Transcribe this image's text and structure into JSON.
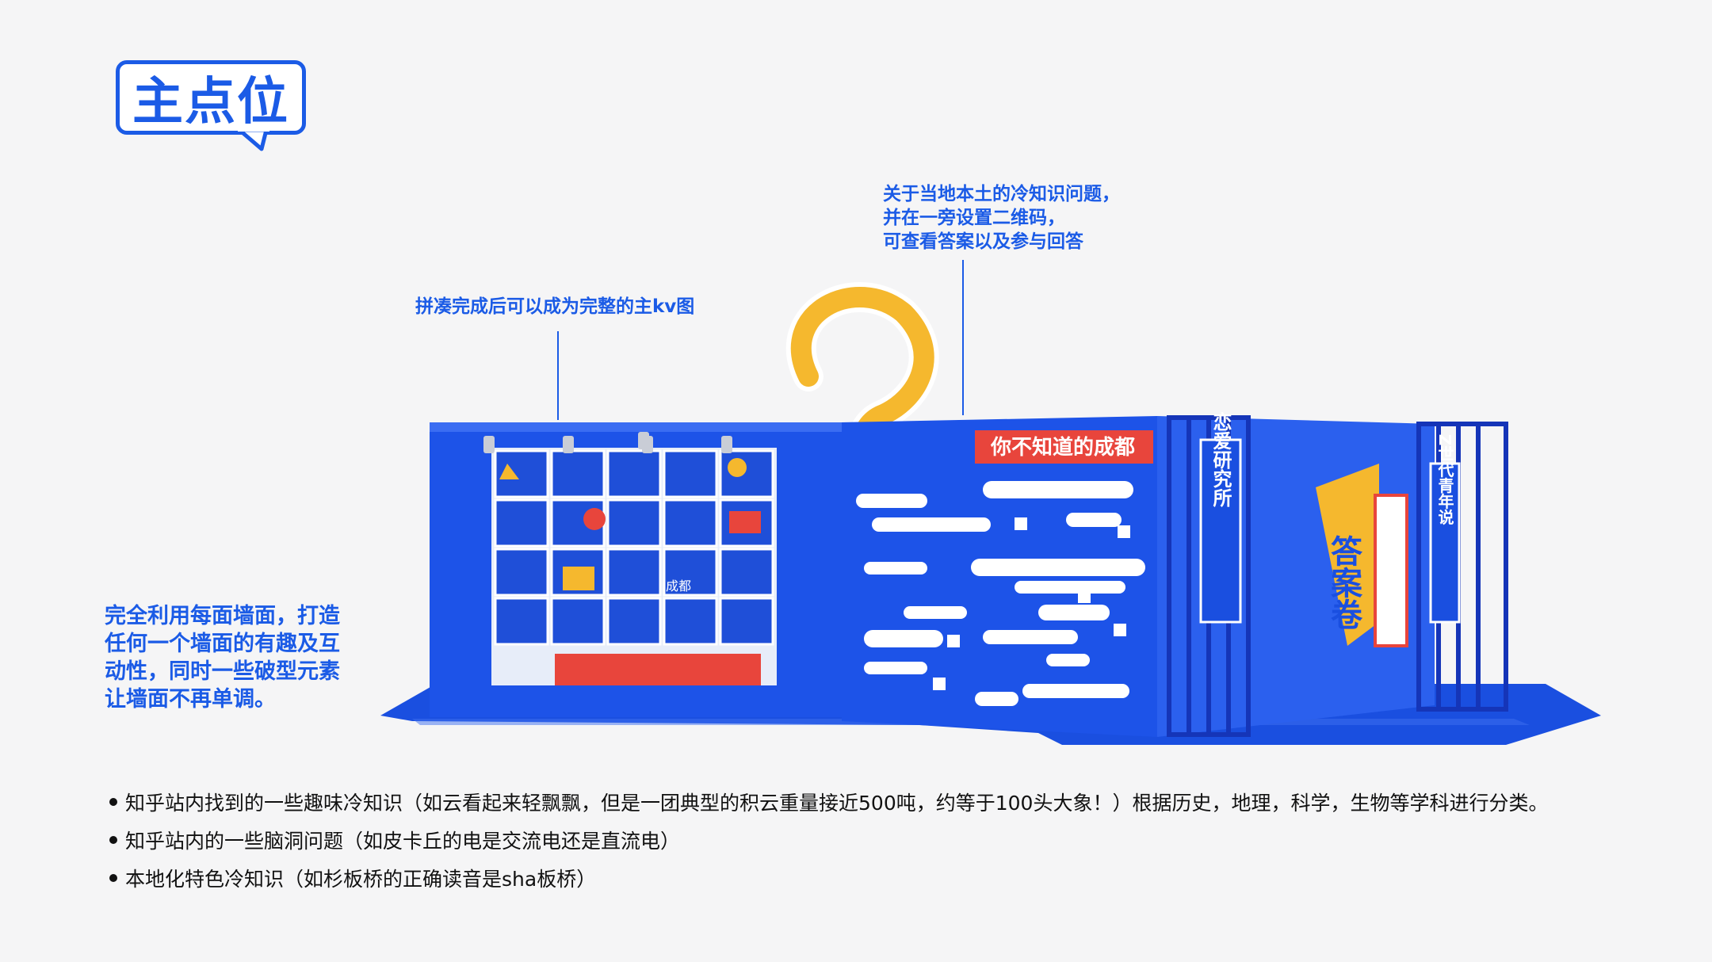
{
  "header": {
    "title": "主点位"
  },
  "annotations": {
    "kv_note": "拼凑完成后可以成为完整的主kv图",
    "qr_note_lines": [
      "关于当地本土的冷知识问题，",
      "并在一旁设置二维码，",
      "可查看答案以及参与回答"
    ],
    "wall_note_lines": [
      "完全利用每面墙面，打造",
      "任何一个墙面的有趣及互",
      "动性，同时一些破型元素",
      "让墙面不再单调。"
    ]
  },
  "booth": {
    "banner": "你不知道的成都",
    "side_sign_1": "恋爱研究所",
    "side_sign_2": "Z世代青年说",
    "answer_sign": "答案卷",
    "city_label": "成都",
    "colors": {
      "booth_blue": "#1a4fe0",
      "accent_red": "#e8453c",
      "accent_yellow": "#f5b82e",
      "brand_blue": "#1b5be6"
    }
  },
  "bullets": [
    "知乎站内找到的一些趣味冷知识（如云看起来轻飘飘，但是一团典型的积云重量接近500吨，约等于100头大象！）根据历史，地理，科学，生物等学科进行分类。",
    "知乎站内的一些脑洞问题（如皮卡丘的电是交流电还是直流电）",
    "本地化特色冷知识（如杉板桥的正确读音是sha板桥）"
  ]
}
